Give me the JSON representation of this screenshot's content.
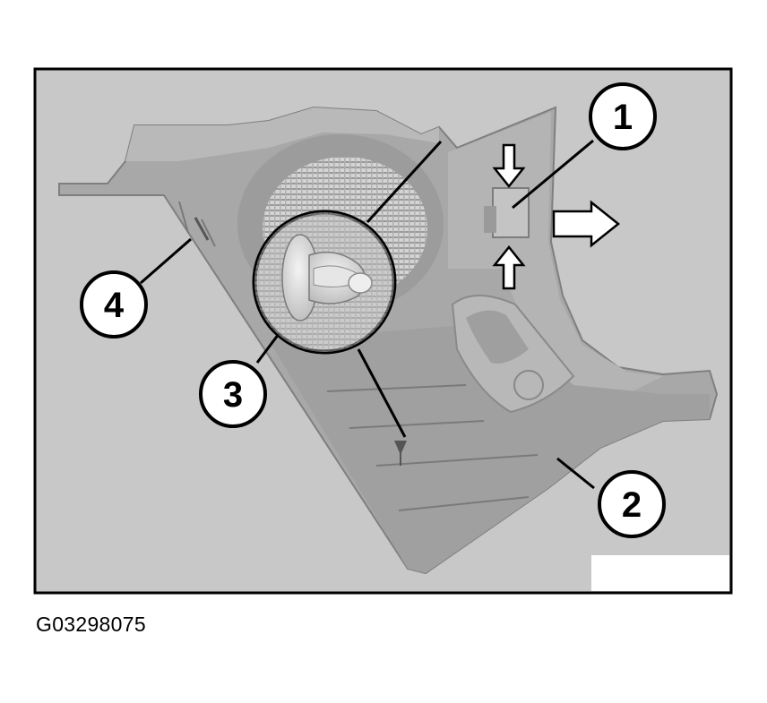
{
  "callouts": {
    "c1": "1",
    "c2": "2",
    "c3": "3",
    "c4": "4"
  },
  "figure_id": "G03298075",
  "colors": {
    "panel_background": "#c8c8c8",
    "part_fill": "#a9a9a9",
    "part_shadow": "#8f8f8f",
    "outline": "#000000"
  },
  "icons": [
    "arrow-down-icon",
    "arrow-up-icon",
    "arrow-right-icon",
    "push-clip-icon",
    "speaker-grille-icon"
  ]
}
